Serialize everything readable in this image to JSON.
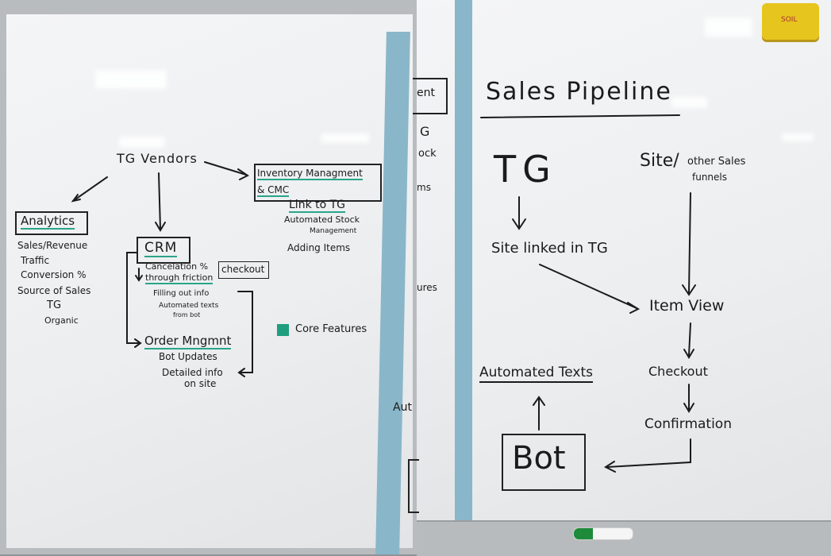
{
  "left_board": {
    "root": "TG Vendors",
    "analytics": {
      "title": "Analytics",
      "items": [
        "Sales/Revenue",
        "Traffic",
        "Conversion %",
        "Source of Sales",
        "TG",
        "Organic"
      ]
    },
    "crm": {
      "title": "CRM",
      "cancel_line1": "Cancelation %",
      "cancel_line2": "through friction",
      "checkout_box": "checkout",
      "items": [
        "Filling out info",
        "Automated texts",
        "from bot"
      ],
      "order_title": "Order Mngmnt",
      "order_items": [
        "Bot Updates",
        "Detailed info",
        "on site"
      ]
    },
    "inventory": {
      "title_line1": "Inventory Managment",
      "title_line2": "& CMC",
      "items": [
        "Link to TG",
        "Automated Stock",
        "Management",
        "Adding Items"
      ]
    },
    "legend": {
      "label": "Core Features",
      "color": "#1f9e7e"
    }
  },
  "middle_strip": {
    "fragments": [
      "ent",
      "G",
      "ock",
      "ms",
      "ures",
      "Aut"
    ]
  },
  "right_board": {
    "title": "Sales Pipeline",
    "tg": "TG",
    "site_funnels_1": "Site/",
    "site_funnels_2": "other Sales",
    "site_funnels_3": "funnels",
    "site_linked": "Site linked in TG",
    "item_view": "Item View",
    "checkout": "Checkout",
    "confirmation": "Confirmation",
    "automated_texts": "Automated Texts",
    "bot": "Bot",
    "eraser_label": "SOIL"
  },
  "colors": {
    "teal_marker": "#2aa58a",
    "blue_tape": "#8ab6c9",
    "eraser": "#e6c51e"
  }
}
